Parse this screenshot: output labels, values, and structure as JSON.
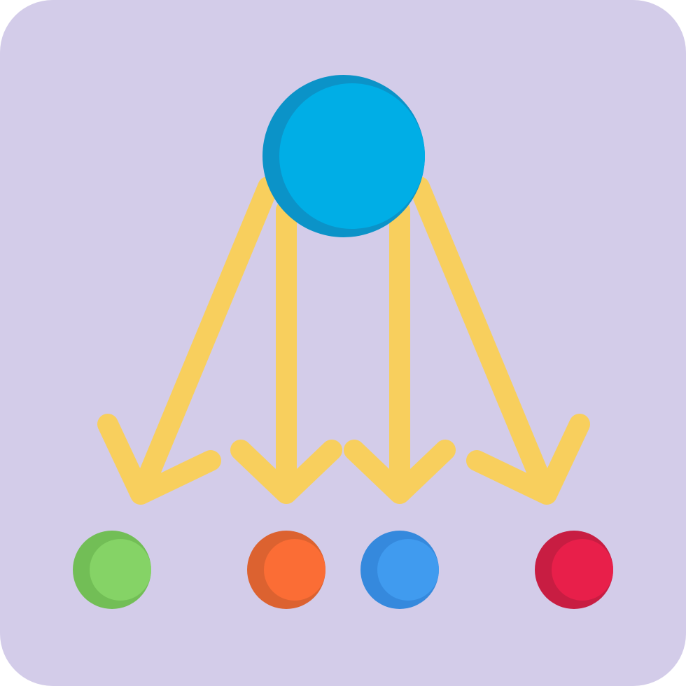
{
  "icon": {
    "name": "distribution-network-icon",
    "colors": {
      "background": "#D3CCE9",
      "arrow": "#F8CF5D",
      "source_main": "#00AEE6",
      "source_shade": "#0B93C8",
      "nodes": [
        {
          "name": "green-node",
          "main": "#85D366",
          "shade": "#72BE56"
        },
        {
          "name": "orange-node",
          "main": "#FB6D35",
          "shade": "#DC6230"
        },
        {
          "name": "blue-node",
          "main": "#409BEF",
          "shade": "#3589DD"
        },
        {
          "name": "red-node",
          "main": "#E81F4A",
          "shade": "#C81D42"
        }
      ]
    }
  }
}
